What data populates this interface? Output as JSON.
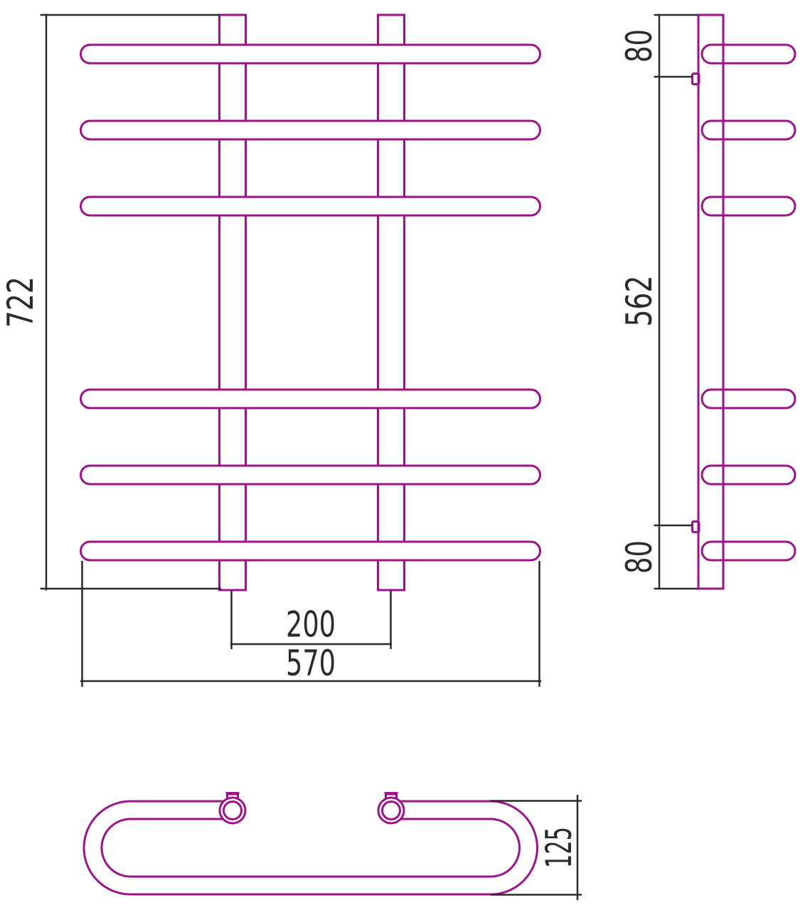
{
  "drawing": {
    "title": "towel-rail-technical-drawing",
    "colors": {
      "outline": "#9c1389",
      "dimension": "#2b2b2b"
    },
    "front_view": {
      "overall_height": "722",
      "post_spacing": "200",
      "overall_width": "570"
    },
    "side_view": {
      "top_bracket_offset": "80",
      "bracket_spacing": "562",
      "bottom_bracket_offset": "80"
    },
    "top_view": {
      "depth": "125"
    }
  }
}
